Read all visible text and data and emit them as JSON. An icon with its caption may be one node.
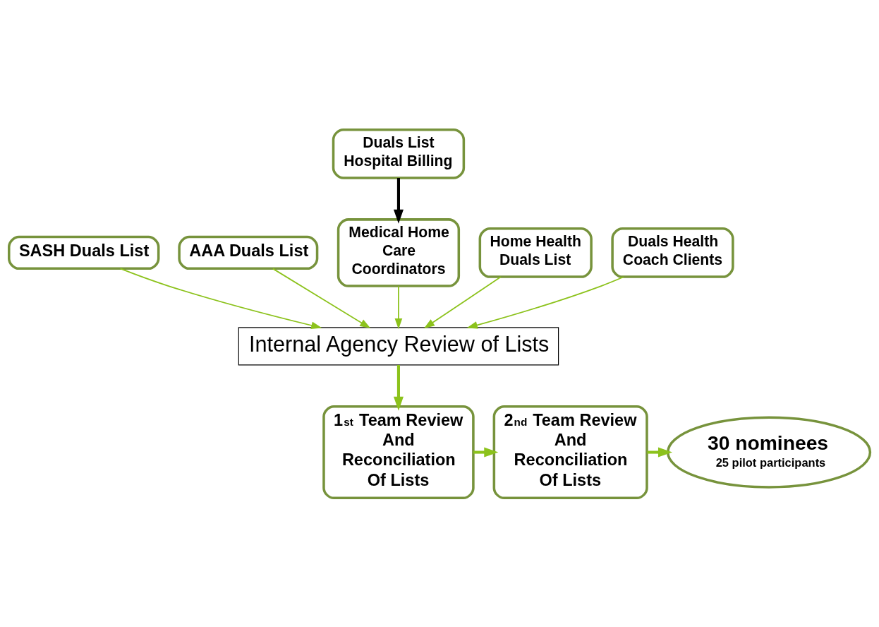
{
  "diagram": {
    "nodes": [
      {
        "text": [
          "Duals List Hospital Billing"
        ]
      },
      {
        "text": [
          "SASH Duals List"
        ]
      },
      {
        "text": [
          "AAA Duals List"
        ]
      },
      {
        "text": [
          "Medical Home Care Coordinators"
        ]
      },
      {
        "text": [
          "Home Health Duals List"
        ]
      },
      {
        "text": [
          "Duals Health Coach Clients"
        ]
      },
      {
        "text": [
          "Internal Agency Review of Lists"
        ]
      },
      {
        "text": [
          "1$^{st}$ Team Review And Reconciliation Of Lists"
        ]
      },
      {
        "text": [
          "2$_{nd}$ Team Review And Reconciliation Of Lists"
        ]
      },
      {
        "text": [
          "30 nominees",
          "25 pilot participants"
        ]
      }
    ],
    "edges": [
      {
        "from": 0,
        "to": 3,
        "arrow": "to",
        "style": "thick",
        "color": "#000000"
      },
      {
        "from": 1,
        "to": 6,
        "arrow": "to"
      },
      {
        "from": 2,
        "to": 6,
        "arrow": "to"
      },
      {
        "from": 3,
        "to": 6,
        "arrow": "to"
      },
      {
        "from": 4,
        "to": 6,
        "arrow": "to"
      },
      {
        "from": 5,
        "to": 6,
        "arrow": "to"
      },
      {
        "from": 6,
        "to": 7,
        "arrow": "to",
        "style": "thick"
      },
      {
        "from": 7,
        "to": 8,
        "arrow": "to",
        "style": "thick"
      },
      {
        "from": 8,
        "to": 9,
        "arrow": "to",
        "style": "thick"
      }
    ]
  }
}
